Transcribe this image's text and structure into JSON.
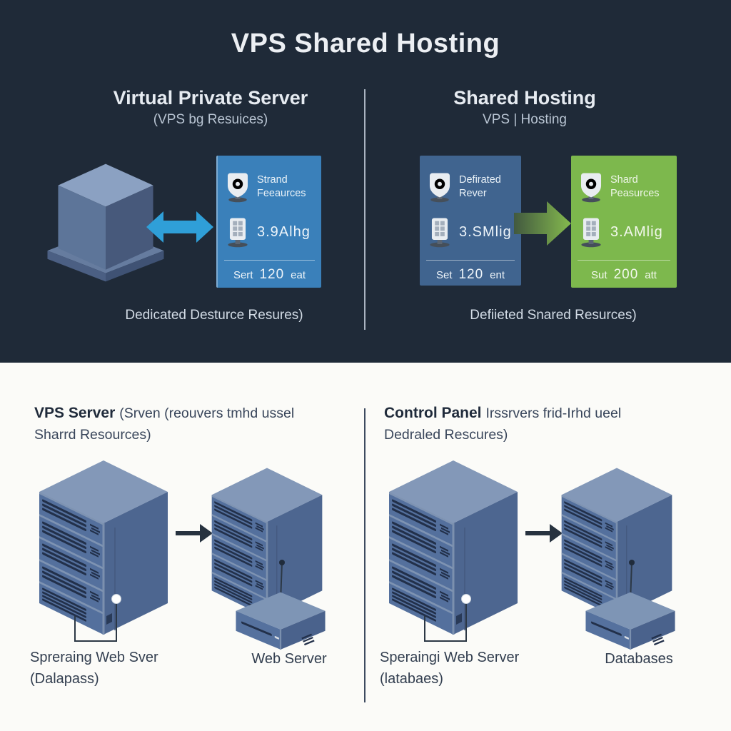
{
  "title": "VPS Shared Hosting",
  "colors": {
    "bg-top": "#1f2a38",
    "bg-bottom": "#fbfbf8",
    "card-blue": "#3a80ba",
    "card-slate": "#40648f",
    "card-green": "#7db84d",
    "arrow-blue": "#2f9fd8",
    "arrow-green": "#85ba4e",
    "server-blue": "#54709d"
  },
  "icons": {
    "card_feature1": "shield-gear-icon",
    "card_feature2": "monitor-grid-icon",
    "left_diagram": "server-cube",
    "left_arrow": "bidirectional-arrow",
    "right_arrow": "right-arrow"
  },
  "top": {
    "left_column": {
      "heading": "Virtual Private Server",
      "subheading": "(VPS bg Resuices)",
      "caption": "Dedicated Desturce Resures)",
      "card": {
        "feature1_line1": "Strand",
        "feature1_line2": "Feeaurces",
        "feature2": "3.9Alhg",
        "footer_word1": "Sert",
        "footer_value": "120",
        "footer_word2": "eat"
      }
    },
    "right_column": {
      "heading": "Shared Hosting",
      "subheading": "VPS | Hosting",
      "caption": "Defiieted Snared Resurces)",
      "card_vps": {
        "feature1_line1": "Defirated",
        "feature1_line2": "Rever",
        "feature2": "3.SMlig",
        "footer_word1": "Set",
        "footer_value": "120",
        "footer_word2": "ent"
      },
      "card_shared": {
        "feature1_line1": "Shard",
        "feature1_line2": "Peasurces",
        "feature2": "3.AMlig",
        "footer_word1": "Sut",
        "footer_value": "200",
        "footer_word2": "att"
      }
    }
  },
  "bottom": {
    "left_panel": {
      "title_bold": "VPS Server",
      "title_rest": "(Srven (reouvers tmhd ussel",
      "title_line2": "Sharrd Resources)",
      "server_label_line1": "Spreraing Web Sver",
      "server_label_line2": "(Dalapass)",
      "box_label": "Web Server"
    },
    "right_panel": {
      "title_bold": "Control Panel",
      "title_rest": "Irssrvers frid-Irhd ueel",
      "title_line2": "Dedraled Rescures)",
      "server_label_line1": "Speraingi Web Server",
      "server_label_line2": "(latabaes)",
      "box_label": "Databases"
    }
  }
}
